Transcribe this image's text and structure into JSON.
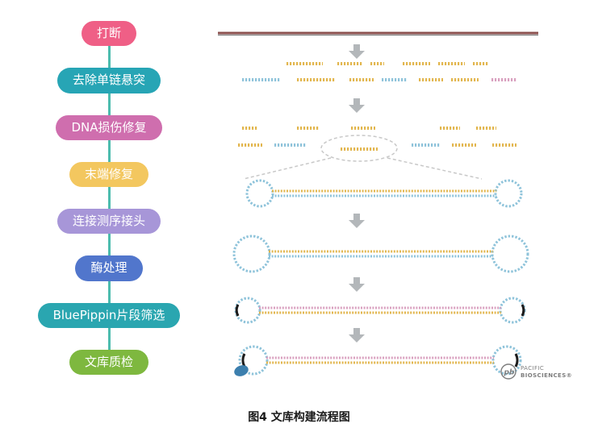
{
  "flowchart": {
    "steps": [
      {
        "label": "打断",
        "color": "#ef5f86"
      },
      {
        "label": "去除单链悬突",
        "color": "#27a5b5"
      },
      {
        "label": "DNA损伤修复",
        "color": "#cf6eae"
      },
      {
        "label": "末端修复",
        "color": "#f3c75f"
      },
      {
        "label": "连接测序接头",
        "color": "#a796d8"
      },
      {
        "label": "酶处理",
        "color": "#5176cc"
      },
      {
        "label": "BluePippin片段筛选",
        "color": "#2aa6b0"
      },
      {
        "label": "文库质检",
        "color": "#7eb83f"
      }
    ]
  },
  "diagram": {
    "logo": {
      "mark": "pb",
      "line1": "PACIFIC",
      "line2": "BIOSCIENCES®"
    }
  },
  "caption": "图4 文库构建流程图",
  "colors": {
    "connector": "#4cbcae",
    "genomic-dna": "#8a4f4d",
    "strand-yellow": "#e2b64e",
    "strand-blue": "#8ec3da",
    "strand-pink": "#d9a0bf",
    "arrow": "#b3b7ba",
    "primer": "#1c1c1c",
    "polymerase": "#3c7fae",
    "logo-gray": "#7d7d7d"
  }
}
